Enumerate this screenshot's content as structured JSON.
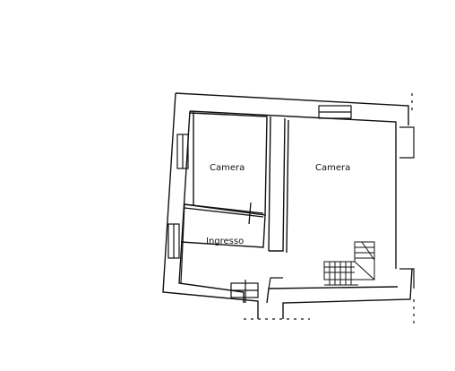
{
  "rooms": [
    {
      "id": "camera-left",
      "label": "Camera"
    },
    {
      "id": "camera-right",
      "label": "Camera"
    },
    {
      "id": "ingresso",
      "label": "Ingresso"
    }
  ],
  "colors": {
    "line": "#111111",
    "background": "#ffffff"
  }
}
